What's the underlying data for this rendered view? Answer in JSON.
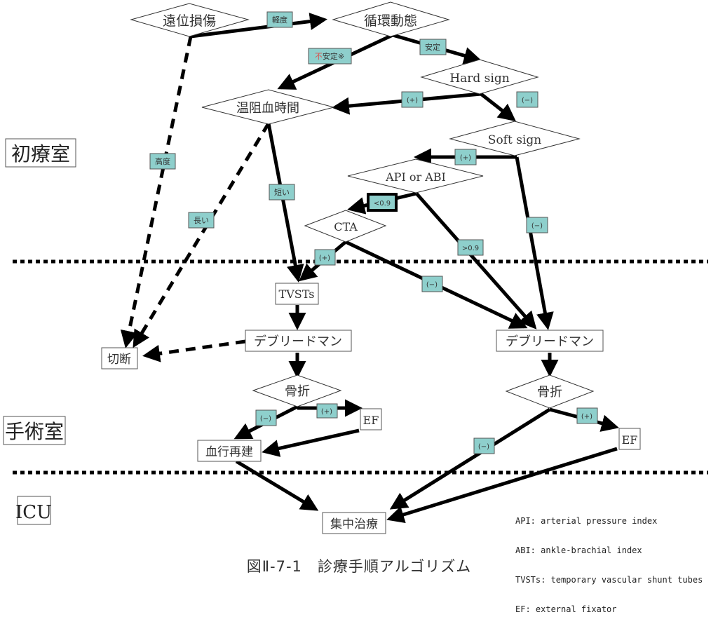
{
  "colors": {
    "label_fill": "#8ecfcc",
    "label_border": "#555555",
    "line": "#000000",
    "warning_char": "#d9534f"
  },
  "rooms": {
    "er": "初療室",
    "or": "手術室",
    "icu": "ICU"
  },
  "nodes": {
    "distal_injury": "遠位損傷",
    "hemodynamics": "循環動態",
    "hard_sign": "Hard sign",
    "warm_ischemia": "温阻血時間",
    "soft_sign": "Soft sign",
    "api_abi": "API or ABI",
    "cta": "CTA",
    "tvsts": "TVSTs",
    "amputation": "切断",
    "debridement_left": "デブリードマン",
    "debridement_right": "デブリードマン",
    "fracture_left": "骨折",
    "fracture_right": "骨折",
    "ef_left": "EF",
    "ef_right": "EF",
    "revascularization": "血行再建",
    "intensive_care": "集中治療"
  },
  "edge_labels": {
    "mild": "軽度",
    "unstable_warn": "不",
    "unstable_rest": "安定※",
    "stable": "安定",
    "hard_pos": "(+)",
    "hard_neg": "(−)",
    "severe": "高度",
    "short": "短い",
    "long": "長い",
    "soft_pos": "(+)",
    "soft_neg": "(−)",
    "lt09": "<0.9",
    "gt09": ">0.9",
    "cta_pos": "(+)",
    "cta_neg": "(−)",
    "frac_left_neg": "(−)",
    "frac_left_pos": "(+)",
    "frac_right_pos": "(+)",
    "frac_right_neg": "(−)"
  },
  "legend": [
    "API: arterial pressure index",
    "ABI: ankle-brachial index",
    "TVSTs: temporary vascular shunt tubes",
    "EF: external fixator"
  ],
  "caption": "図Ⅱ-7-1　診療手順アルゴリズム"
}
